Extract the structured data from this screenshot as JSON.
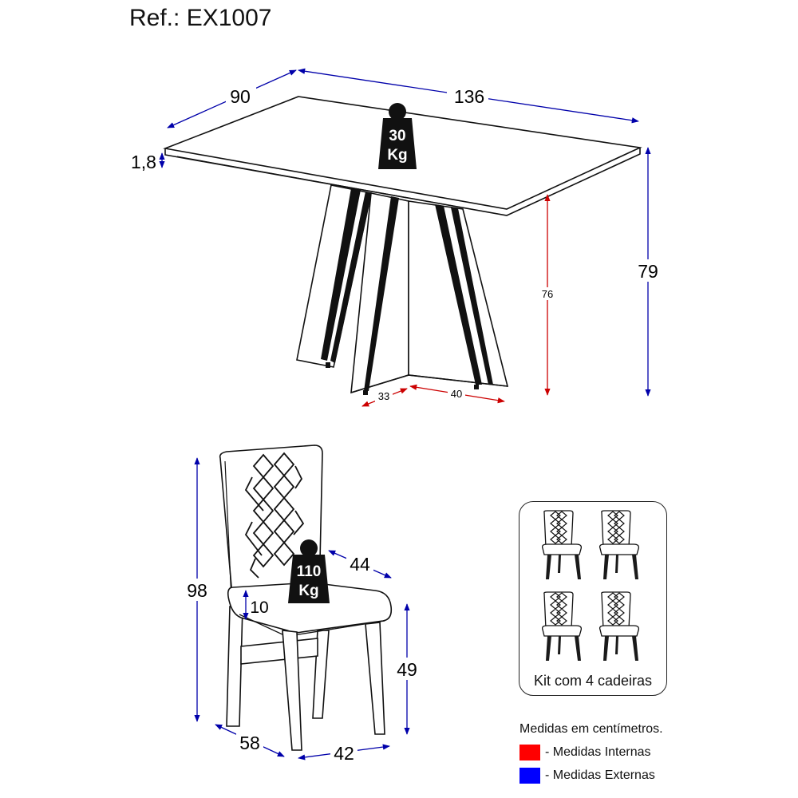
{
  "title": "Ref.: EX1007",
  "table": {
    "weight": {
      "value": "30",
      "unit": "Kg"
    },
    "dims": {
      "depth": "90",
      "width": "136",
      "top_thickness": "1,8",
      "height_external": "79",
      "height_internal": "76",
      "base_depth": "33",
      "base_width": "40"
    }
  },
  "chair": {
    "weight": {
      "value": "110",
      "unit": "Kg"
    },
    "dims": {
      "height": "98",
      "seat_depth": "44",
      "seat_cushion": "10",
      "seat_height": "49",
      "depth": "58",
      "width": "42"
    }
  },
  "kit": {
    "label": "Kit com 4 cadeiras",
    "count": 4
  },
  "legend": {
    "note": "Medidas em centímetros.",
    "items": [
      {
        "label": "- Medidas Internas",
        "color": "#ff0000"
      },
      {
        "label": "- Medidas Externas",
        "color": "#0000ff"
      }
    ]
  },
  "colors": {
    "internal": "#cc0000",
    "external": "#0000aa",
    "line": "#111111"
  }
}
